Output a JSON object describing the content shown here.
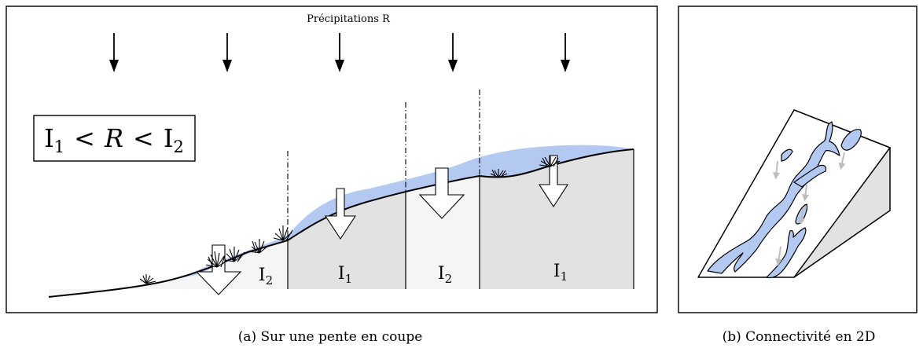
{
  "panel_a": {
    "title": "Précipitations R",
    "equation": {
      "i1_letter": "I",
      "i1_sub": "1",
      "lt1": "<",
      "r": "R",
      "lt2": "<",
      "i2_letter": "I",
      "i2_sub": "2"
    },
    "zones": [
      {
        "letter": "I",
        "sub": "2"
      },
      {
        "letter": "I",
        "sub": "1"
      },
      {
        "letter": "I",
        "sub": "2"
      },
      {
        "letter": "I",
        "sub": "1"
      }
    ],
    "caption": "(a) Sur une pente en coupe"
  },
  "panel_b": {
    "caption": "(b) Connectivité en 2D"
  },
  "colors": {
    "water": "#b3c9f2",
    "soil_high_infiltration": "#e2e2e2",
    "soil_low_infiltration": "#f5f5f5",
    "outline": "#000000",
    "flow_arrow": "#bdbdbd"
  }
}
